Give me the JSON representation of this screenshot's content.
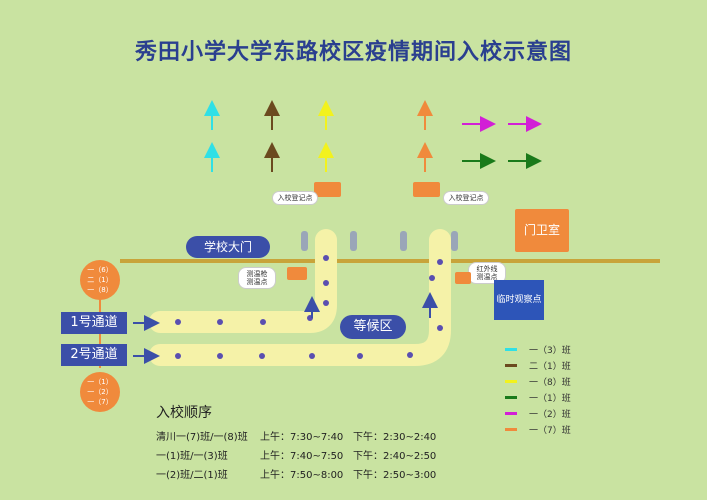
{
  "title": "秀田小学大学东路校区疫情期间入校示意图",
  "labels": {
    "school_gate": "学校大门",
    "guard_room": "门卫室",
    "observation": "临时观察点",
    "waiting_area": "等候区",
    "lane1": "1号通道",
    "lane2": "2号通道",
    "register_left": "入校登记点",
    "register_right": "入校登记点",
    "temp_left": "测温枪\n测温点",
    "temp_right": "红外线\n测温点"
  },
  "circle_top": [
    "一（6）",
    "二（1）",
    "一（8）"
  ],
  "circle_bottom": [
    "一（1）",
    "一（2）",
    "一（7）"
  ],
  "order": {
    "heading": "入校顺序",
    "rows": [
      {
        "cls": "清川一(7)班/一(8)班",
        "am": "上午：7:30~7:40",
        "pm": "下午：2:30~2:40"
      },
      {
        "cls": "一(1)班/一(3)班",
        "am": "上午：7:40~7:50",
        "pm": "下午：2:40~2:50"
      },
      {
        "cls": "一(2)班/二(1)班",
        "am": "上午：7:50~8:00",
        "pm": "下午：2:50~3:00"
      }
    ]
  },
  "legend": [
    {
      "color": "#2fe0e6",
      "text": "一（3）班"
    },
    {
      "color": "#6b4a1f",
      "text": "二（1）班"
    },
    {
      "color": "#f2f21d",
      "text": "一（8）班"
    },
    {
      "color": "#1a7a1a",
      "text": "一（1）班"
    },
    {
      "color": "#d21fd6",
      "text": "一（2）班"
    },
    {
      "color": "#f08a3c",
      "text": "一（7）班"
    }
  ],
  "colors": {
    "path": "#f5f2a8",
    "navy": "#3b4fa8",
    "orange": "#f08a3c",
    "wall": "#c8a43a"
  }
}
